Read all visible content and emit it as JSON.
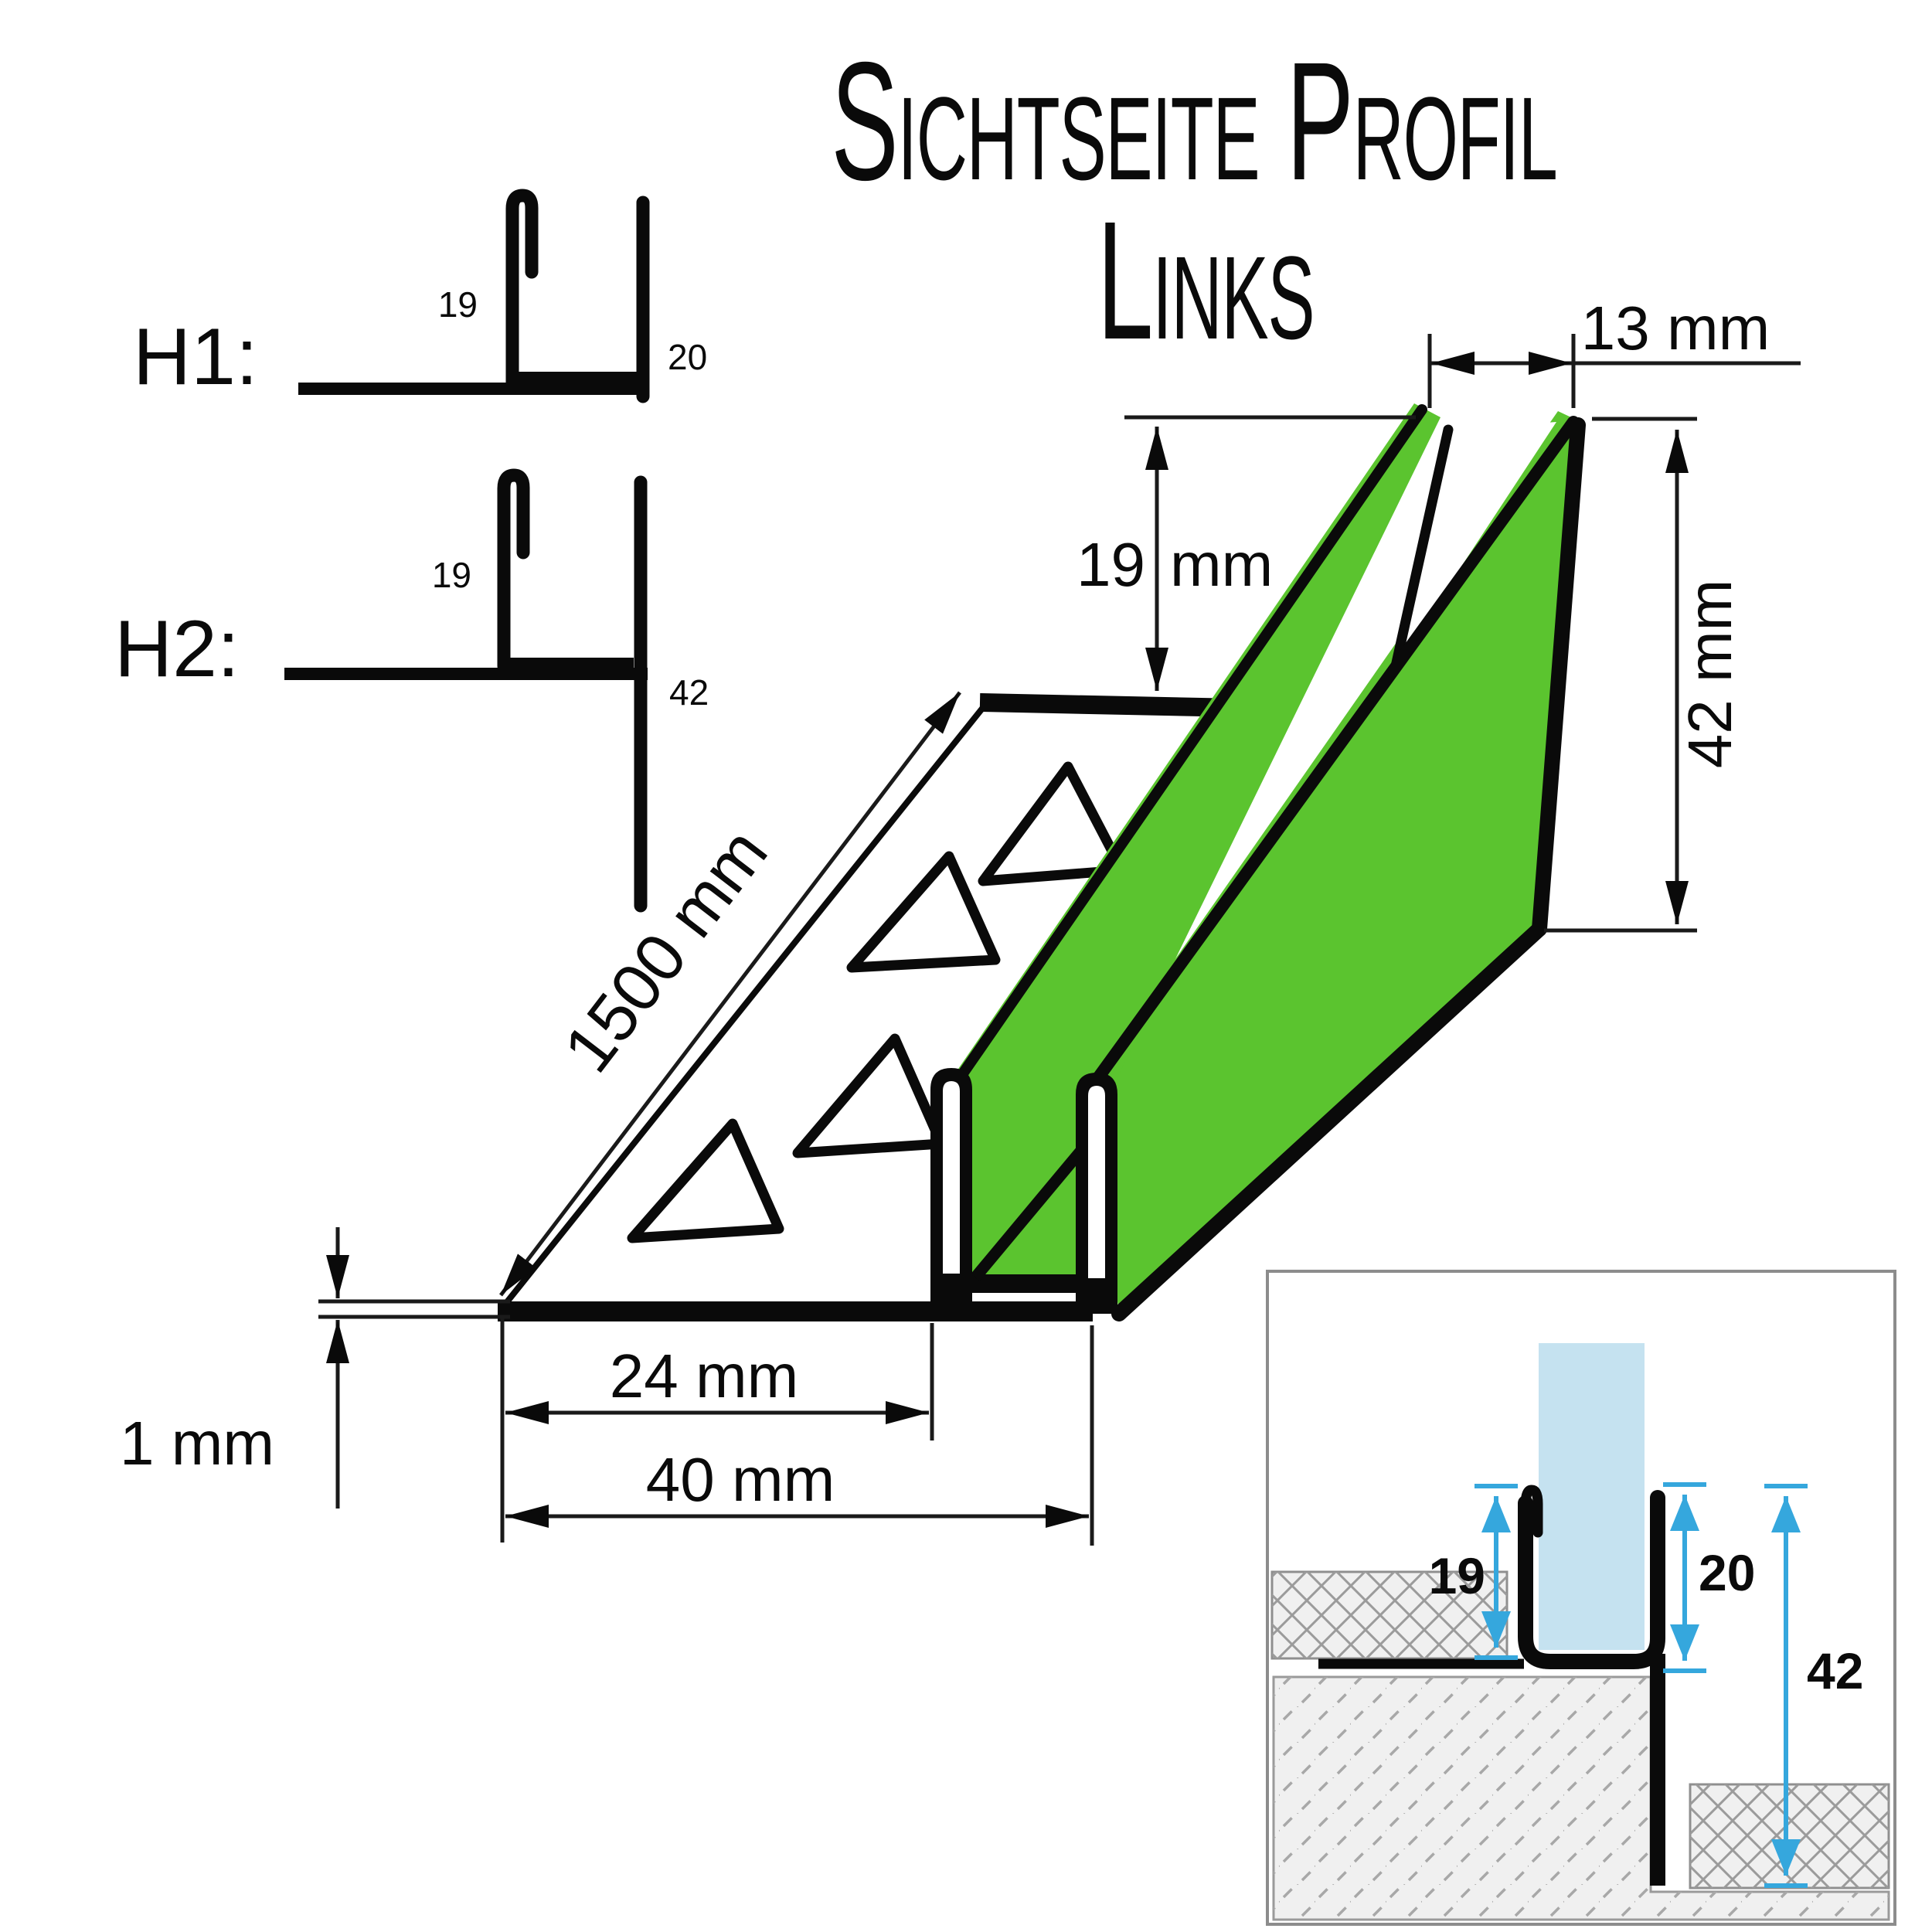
{
  "title": {
    "line1": "Sichtseite Profil",
    "line2": "Links"
  },
  "profiles": {
    "h1": {
      "label": "H1:",
      "dim_left": "19",
      "dim_right": "20"
    },
    "h2": {
      "label": "H2:",
      "dim_left": "19",
      "dim_right": "42"
    }
  },
  "main_drawing": {
    "dim_slot_width": "13 mm",
    "dim_wall_height_num": "19",
    "dim_wall_height_unit": "mm",
    "dim_leg_height": "42 mm",
    "dim_length": "1500 mm",
    "dim_plate_thickness": "1 mm",
    "dim_inner_width": "24 mm",
    "dim_outer_width": "40 mm"
  },
  "inset": {
    "dim_upstand": "19",
    "dim_channel_depth": "20",
    "dim_lower_leg": "42"
  },
  "colors": {
    "profile_green": "#5bc42f",
    "dim_cyan": "#35a7dd",
    "dim_cyan_text": "#1e82b8",
    "glass_blue": "#c5e2f0",
    "hatch_gray": "#a8a8a8",
    "surface_gray": "#f0f0f0",
    "border_gray": "#8c8c8c"
  }
}
